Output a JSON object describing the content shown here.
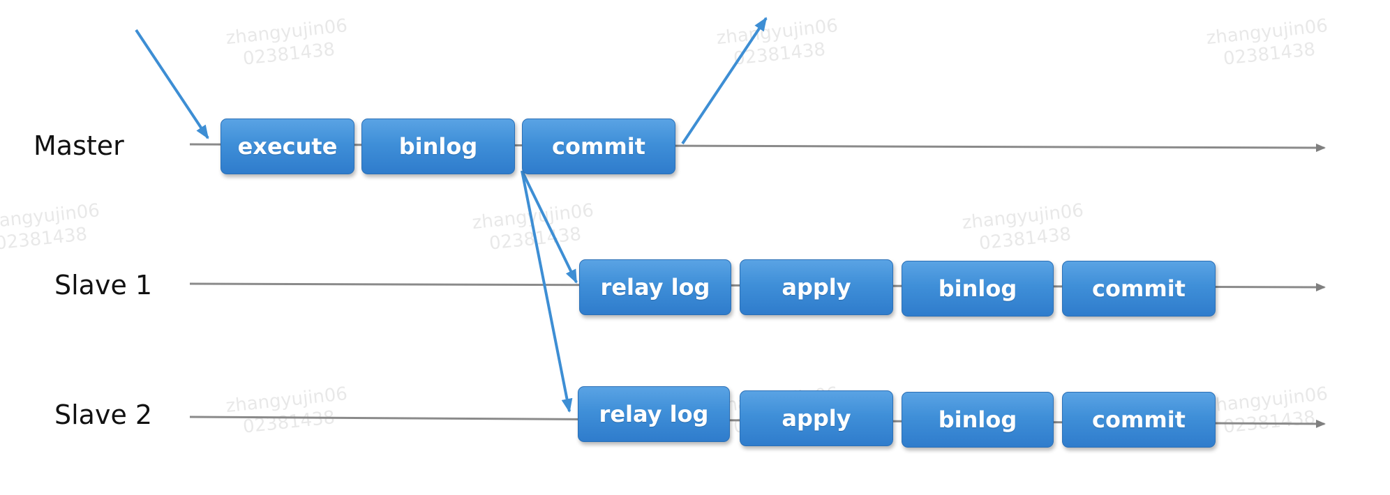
{
  "rows": {
    "master": {
      "label": "Master",
      "steps": [
        "execute",
        "binlog",
        "commit"
      ]
    },
    "slave1": {
      "label": "Slave 1",
      "steps": [
        "relay log",
        "apply",
        "binlog",
        "commit"
      ]
    },
    "slave2": {
      "label": "Slave 2",
      "steps": [
        "relay log",
        "apply",
        "binlog",
        "commit"
      ]
    }
  },
  "watermark": {
    "line1": "zhangyujin06",
    "line2": "02381438"
  },
  "colors": {
    "box_fill": "#3f8fd8",
    "arrow_blue": "#3d8ed4",
    "timeline_gray": "#8a8a8a"
  }
}
